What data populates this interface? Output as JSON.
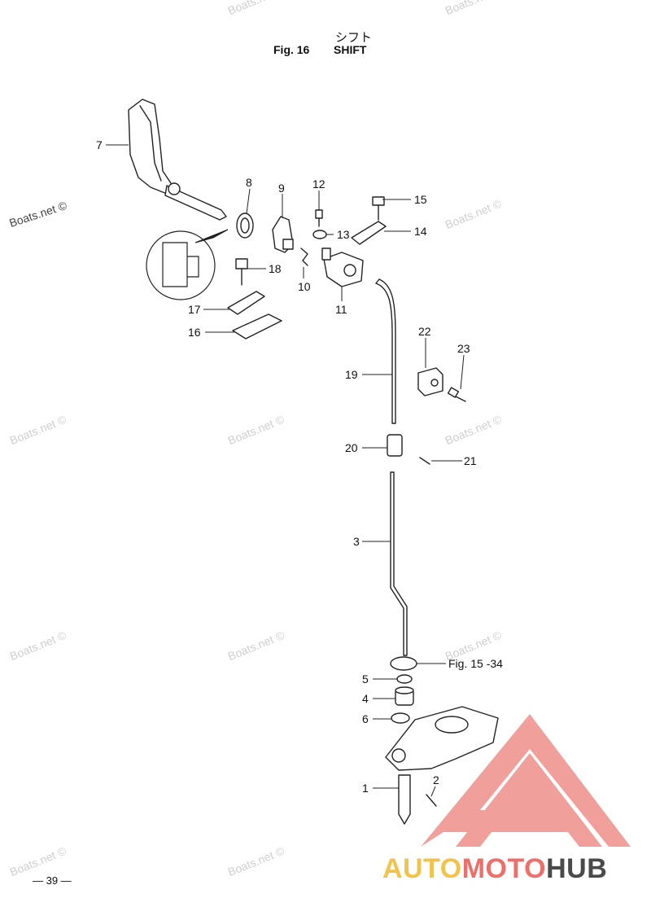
{
  "header": {
    "title_jp": "シフト",
    "fig_label": "Fig. 16",
    "title_en": "SHIFT"
  },
  "callouts": [
    {
      "id": "7",
      "text": "7"
    },
    {
      "id": "8",
      "text": "8"
    },
    {
      "id": "9",
      "text": "9"
    },
    {
      "id": "12",
      "text": "12"
    },
    {
      "id": "15",
      "text": "15"
    },
    {
      "id": "13",
      "text": "13"
    },
    {
      "id": "14",
      "text": "14"
    },
    {
      "id": "10",
      "text": "10"
    },
    {
      "id": "11",
      "text": "11"
    },
    {
      "id": "18",
      "text": "18"
    },
    {
      "id": "17",
      "text": "17"
    },
    {
      "id": "16",
      "text": "16"
    },
    {
      "id": "22",
      "text": "22"
    },
    {
      "id": "23",
      "text": "23"
    },
    {
      "id": "19",
      "text": "19"
    },
    {
      "id": "20",
      "text": "20"
    },
    {
      "id": "21",
      "text": "21"
    },
    {
      "id": "3",
      "text": "3"
    },
    {
      "id": "fig15",
      "text": "Fig. 15 -34"
    },
    {
      "id": "5",
      "text": "5"
    },
    {
      "id": "4",
      "text": "4"
    },
    {
      "id": "6",
      "text": "6"
    },
    {
      "id": "1",
      "text": "1"
    },
    {
      "id": "2",
      "text": "2"
    }
  ],
  "watermark": "Boats.net ©",
  "page_number": "— 39 —",
  "brand": {
    "part1": "AUTO",
    "part2": "MOTO",
    "part3": "HUB",
    "colors": {
      "auto": "#f2c34a",
      "moto": "#ef6e6a",
      "hub": "#4a4a4a",
      "logo": "#ef8f8a"
    }
  }
}
